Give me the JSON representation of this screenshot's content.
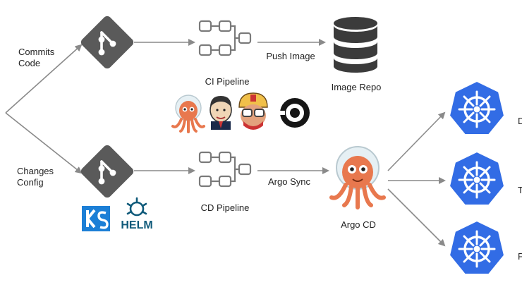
{
  "labels": {
    "commits_code_1": "Commits",
    "commits_code_2": "Code",
    "changes_config_1": "Changes",
    "changes_config_2": "Config",
    "ci_pipeline": "CI Pipeline",
    "push_image": "Push Image",
    "image_repo": "Image Repo",
    "cd_pipeline": "CD Pipeline",
    "argo_sync": "Argo Sync",
    "argo_cd": "Argo CD",
    "helm": "HELM",
    "k8s_cluster_1": "D",
    "k8s_cluster_2": "T",
    "k8s_cluster_3": "P"
  },
  "colors": {
    "git_gray": "#5a5a5a",
    "arrow_gray": "#8a8a8a",
    "pipeline_gray": "#7a7a7a",
    "db_dark": "#3b3b3b",
    "k8s_blue": "#326ce5",
    "argo_orange": "#e8784e",
    "helm_blue": "#0f5a7a",
    "kustomize_blue": "#1c7fd6"
  },
  "icons": {
    "git_top": "git-icon",
    "git_bottom": "git-icon",
    "ci_pipeline": "pipeline-icon",
    "cd_pipeline": "pipeline-icon",
    "image_repo": "database-icon",
    "argo": "argo-octopus-icon",
    "jenkins": "jenkins-icon",
    "travis": "travis-icon",
    "circleci": "circleci-icon",
    "kustomize": "kustomize-icon",
    "helm": "helm-icon",
    "kubernetes": "kubernetes-icon"
  }
}
